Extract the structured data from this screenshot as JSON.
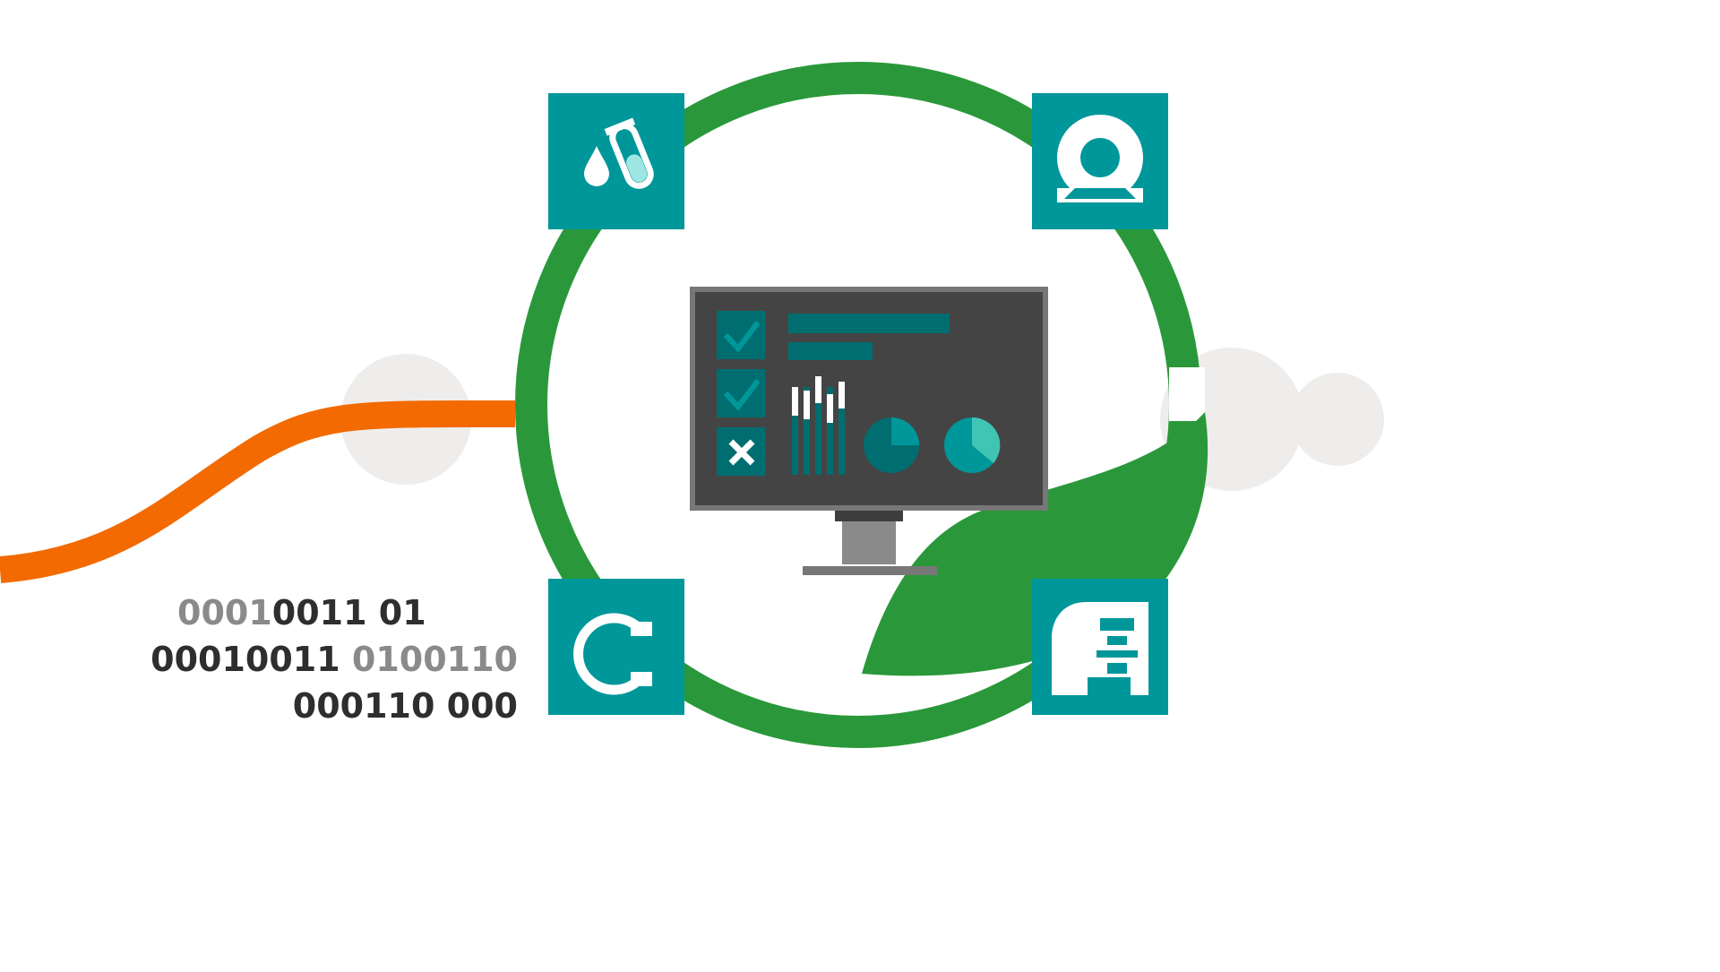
{
  "binary_lines": [
    {
      "segments": [
        {
          "text": "0001",
          "tone": "light"
        },
        {
          "text": "0011 01",
          "tone": "dark"
        }
      ]
    },
    {
      "segments": [
        {
          "text": "00010011 ",
          "tone": "dark"
        },
        {
          "text": "0100110",
          "tone": "light"
        }
      ]
    },
    {
      "segments": [
        {
          "text": "000110 000",
          "tone": "dark"
        }
      ]
    }
  ],
  "icons": {
    "top_left": "lab-droplet-test-tube-icon",
    "top_right": "sample-tape-reel-icon",
    "bottom_left": "mass-spectrometer-magnet-icon",
    "bottom_right": "analyzer-instrument-icon",
    "center": "monitor-dashboard-icon"
  },
  "colors": {
    "ring_green": "#2a983a",
    "leaf_green": "#2a983a",
    "teal": "#00979a",
    "orange_line": "#f26a00",
    "bubble_gray": "#eeedeb",
    "monitor_screen": "#444444",
    "monitor_frame": "#777777",
    "text_dark": "#2e2e2e",
    "text_light": "#8a8a8a"
  }
}
